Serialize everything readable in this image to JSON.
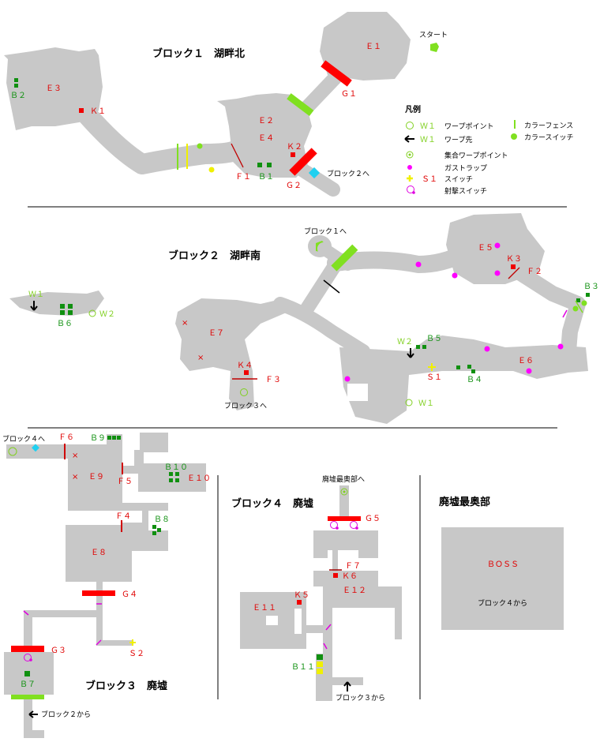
{
  "blocks": {
    "b1_title": "ブロック１　湖畔北",
    "b2_title": "ブロック２　湖畔南",
    "b3_title": "ブロック３　廃墟",
    "b4_title": "ブロック４　廃墟",
    "final_title": "廃墟最奥部"
  },
  "legend": {
    "title": "凡例",
    "warp_id": "Ｗ１",
    "warp_point": "ワープポイント",
    "warp_dest_id": "Ｗ１",
    "warp_dest": "ワープ先",
    "gather_warp": "集合ワープポイント",
    "gas_trap": "ガストラップ",
    "switch_id": "Ｓ１",
    "switch": "スイッチ",
    "shoot_switch": "射撃スイッチ",
    "color_fence": "カラーフェンス",
    "color_switch": "カラースイッチ"
  },
  "notes": {
    "start": "スタート",
    "to_b2": "ブロック２へ",
    "to_b1": "ブロック１へ",
    "to_b3": "ブロック３へ",
    "to_b4": "ブロック４へ",
    "from_b2": "ブロック２から",
    "from_b3": "ブロック３から",
    "from_b4": "ブロック４から",
    "to_final": "廃墟最奥部へ",
    "boss": "ＢＯＳＳ"
  },
  "labels": {
    "E1": "Ｅ１",
    "E2": "Ｅ２",
    "E3": "Ｅ３",
    "E4": "Ｅ４",
    "E5": "Ｅ５",
    "E6": "Ｅ６",
    "E7": "Ｅ７",
    "E8": "Ｅ８",
    "E9": "Ｅ９",
    "E10": "Ｅ１０",
    "E11": "Ｅ１１",
    "E12": "Ｅ１２",
    "G1": "Ｇ１",
    "G2": "Ｇ２",
    "G3": "Ｇ３",
    "G4": "Ｇ４",
    "G5": "Ｇ５",
    "K1": "Ｋ１",
    "K2": "Ｋ２",
    "K3": "Ｋ３",
    "K4": "Ｋ４",
    "K5": "Ｋ５",
    "K6": "Ｋ６",
    "F1": "Ｆ１",
    "F2": "Ｆ２",
    "F3": "Ｆ３",
    "F4": "Ｆ４",
    "F5": "Ｆ５",
    "F6": "Ｆ６",
    "F7": "Ｆ７",
    "B1": "Ｂ１",
    "B2": "Ｂ２",
    "B3": "Ｂ３",
    "B4": "Ｂ４",
    "B5": "Ｂ５",
    "B6": "Ｂ６",
    "B7": "Ｂ７",
    "B8": "Ｂ８",
    "B9": "Ｂ９",
    "B10": "Ｂ１０",
    "B11": "Ｂ１１",
    "W1": "Ｗ１",
    "W2": "Ｗ２",
    "W1b": "Ｗ１",
    "W2b": "Ｗ２",
    "S1": "Ｓ１",
    "S2": "Ｓ２"
  },
  "colors": {
    "floor": "#c8c8c8",
    "gate": "#ff0000",
    "fence_green": "#80e020",
    "gas": "#ff00ff",
    "box": "#109010",
    "cyan": "#20d0f0"
  }
}
